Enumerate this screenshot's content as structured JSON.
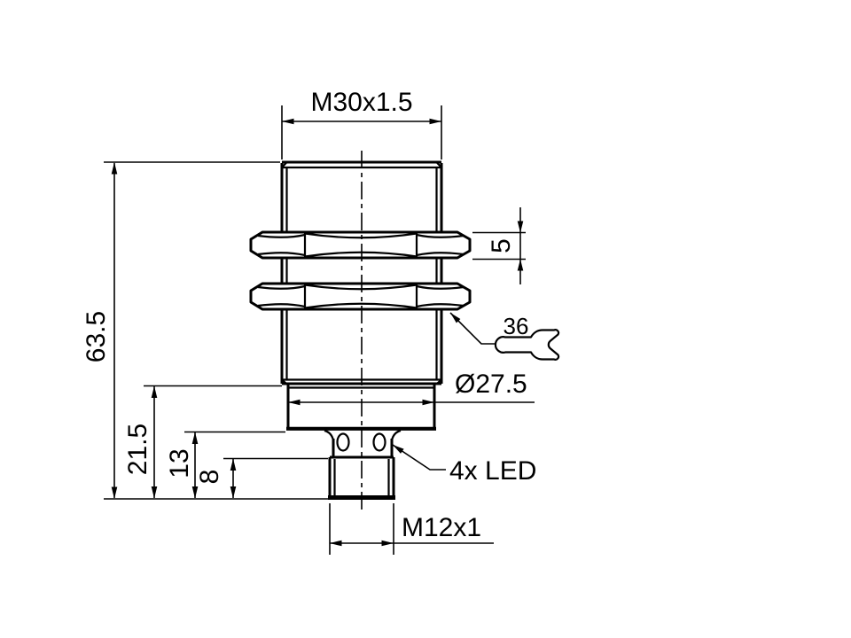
{
  "drawing": {
    "subject": "cylindrical-sensor-dimension-drawing",
    "background": "#ffffff",
    "line_color": "#000000",
    "dims": {
      "top_thread": "M30x1.5",
      "overall_length": "63.5",
      "nut_thickness": "5",
      "wrench_size": "36",
      "body_diameter": "Ø27.5",
      "shoulder_length": "21.5",
      "led_band_length": "13",
      "connector_length": "8",
      "led_note": "4x LED",
      "connector_thread": "M12x1"
    }
  }
}
